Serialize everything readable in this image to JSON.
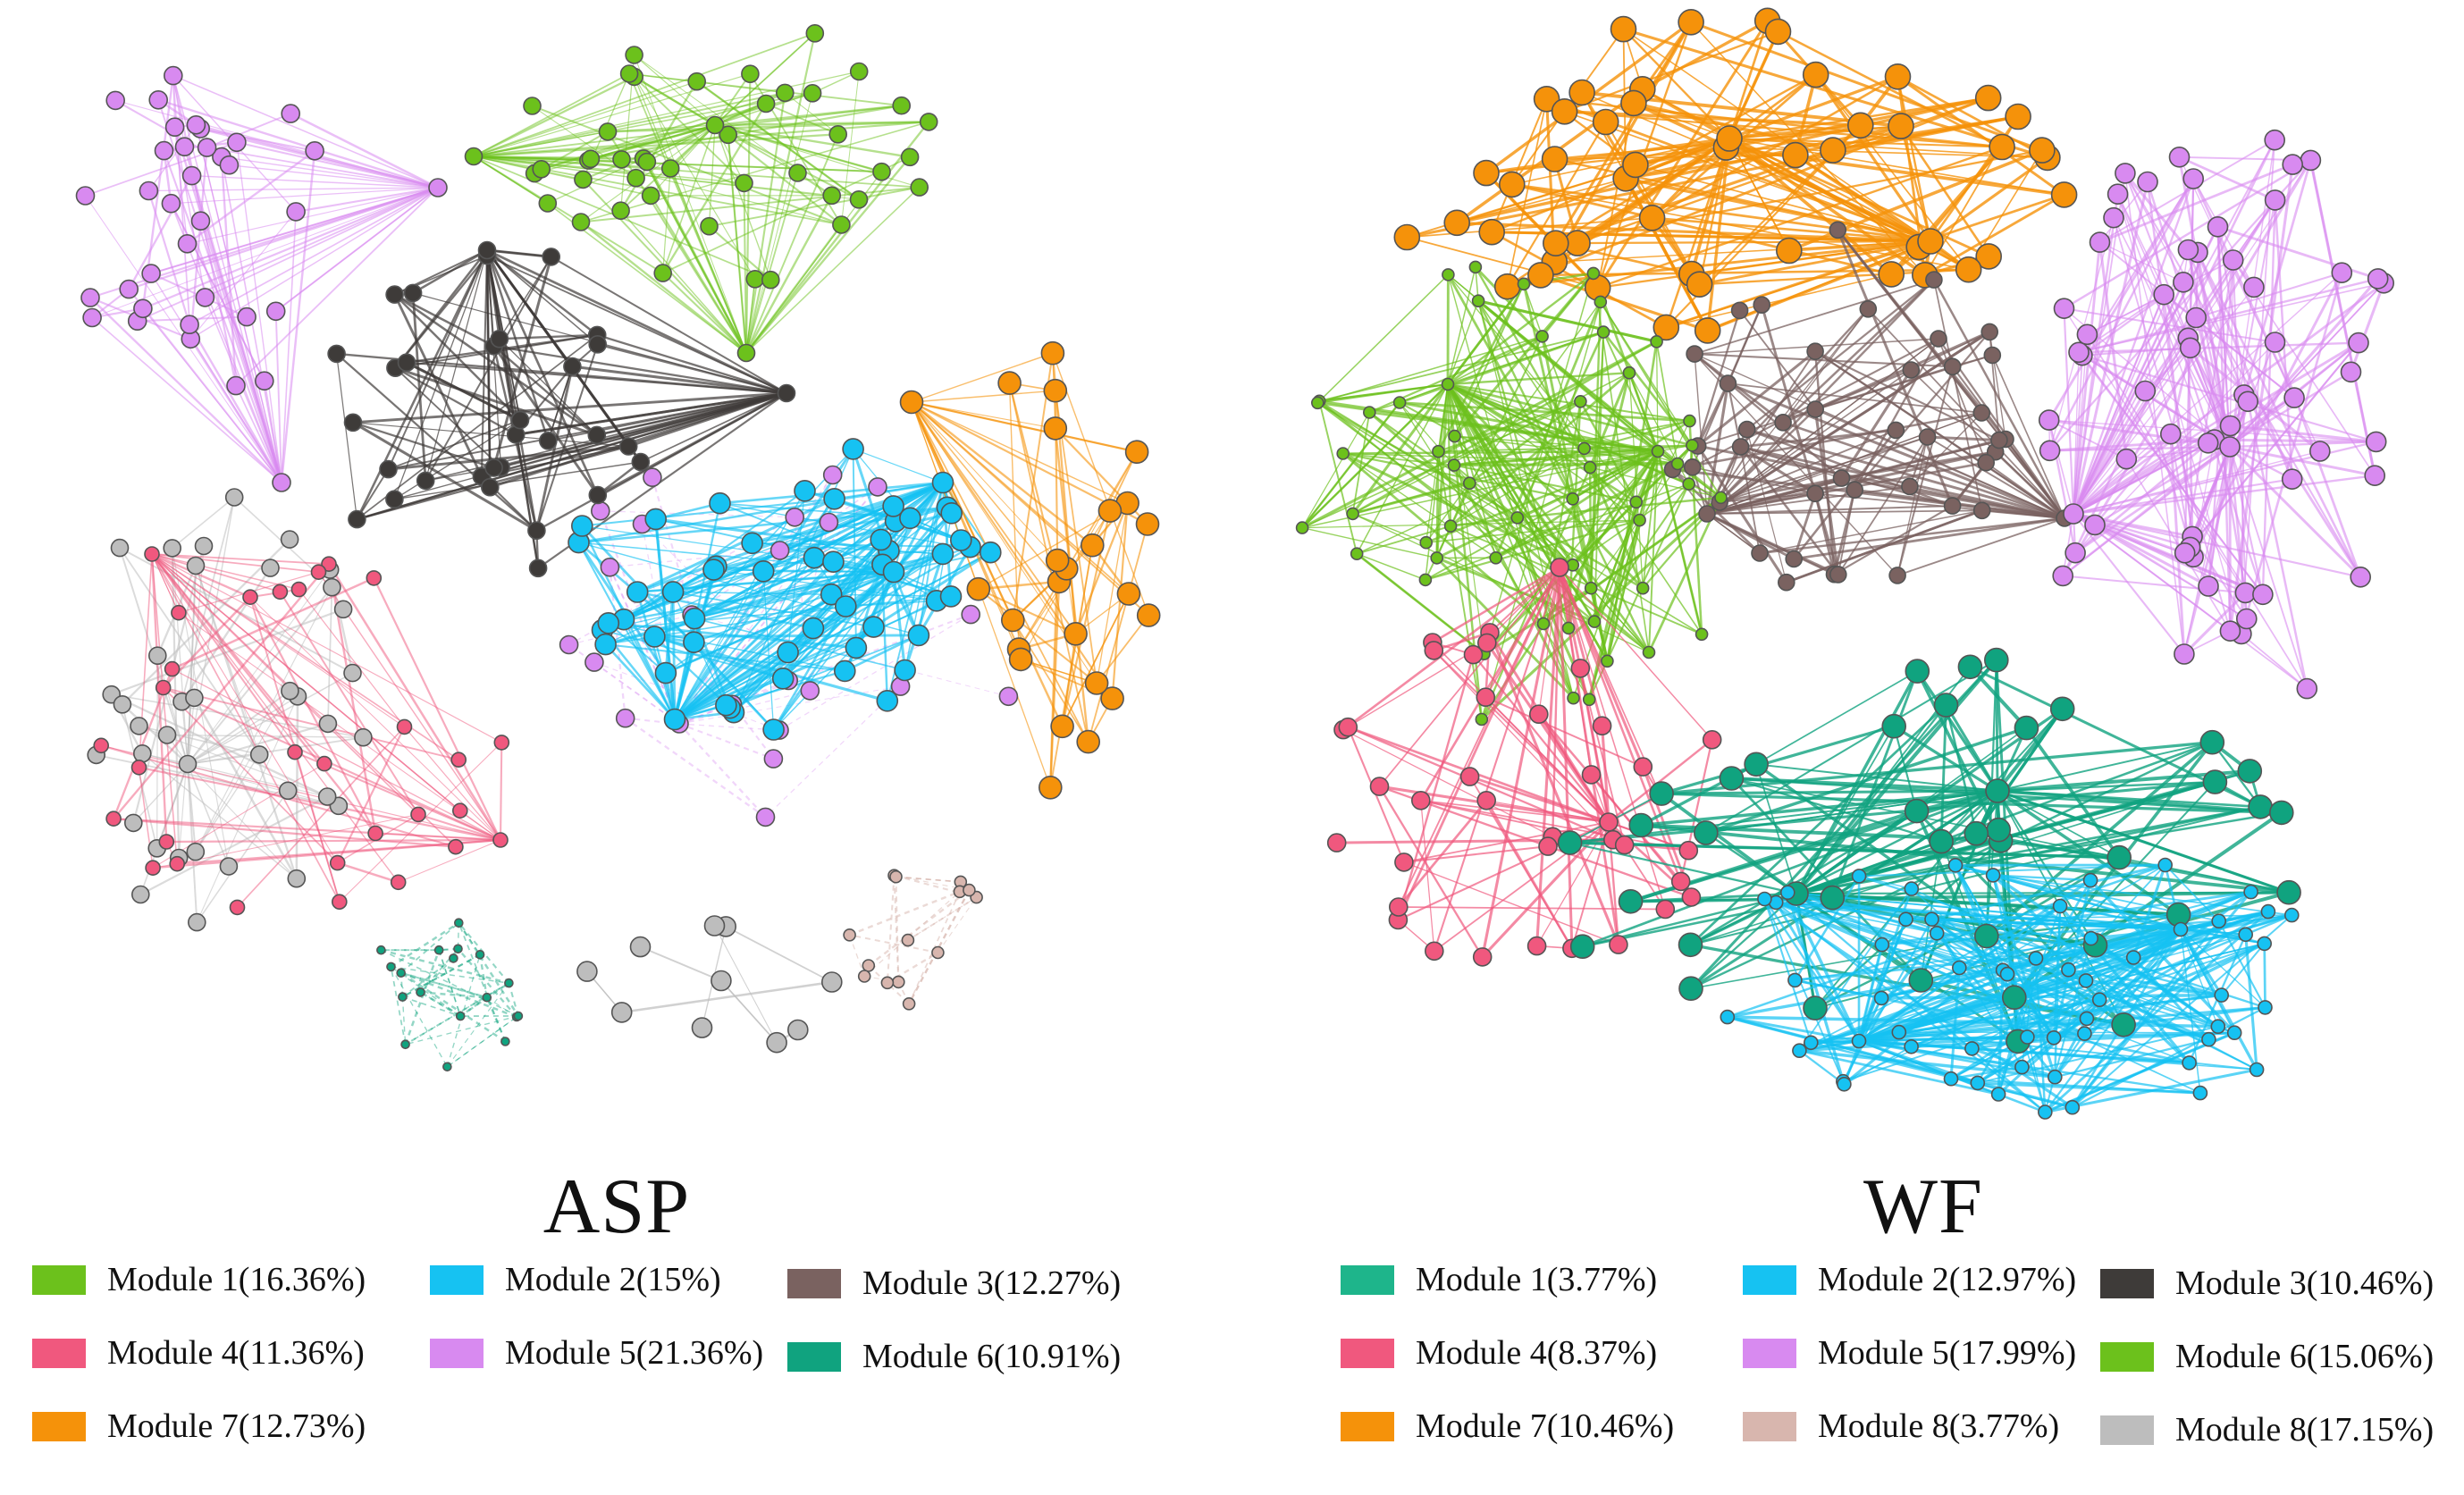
{
  "colors": {
    "module_green": "#6cc11c",
    "module_blue": "#16c2f2",
    "module_brown": "#7a6260",
    "module_pink": "#f0587e",
    "module_violet": "#d88af0",
    "module_teal": "#10a37f",
    "module_orange": "#f5920a",
    "module_dark": "#3e3b39",
    "module_rose": "#d8b6ae",
    "module_gray": "#bdbdbd",
    "module_aqua": "#1eb58b"
  },
  "panels": [
    {
      "title": "ASP",
      "legend": [
        {
          "label": "Module 1(16.36%)",
          "color": "#6cc11c"
        },
        {
          "label": "Module 2(15%)",
          "color": "#16c2f2"
        },
        {
          "label": "Module 3(12.27%)",
          "color": "#7a6260"
        },
        {
          "label": "Module 4(11.36%)",
          "color": "#f0587e"
        },
        {
          "label": "Module 5(21.36%)",
          "color": "#d88af0"
        },
        {
          "label": "Module 6(10.91%)",
          "color": "#10a37f"
        },
        {
          "label": "Module 7(12.73%)",
          "color": "#f5920a"
        }
      ]
    },
    {
      "title": "WF",
      "legend": [
        {
          "label": "Module 1(3.77%)",
          "color": "#1eb58b"
        },
        {
          "label": "Module 2(12.97%)",
          "color": "#16c2f2"
        },
        {
          "label": "Module 3(10.46%)",
          "color": "#3e3b39"
        },
        {
          "label": "Module 4(8.37%)",
          "color": "#f0587e"
        },
        {
          "label": "Module 5(17.99%)",
          "color": "#d88af0"
        },
        {
          "label": "Module 6(15.06%)",
          "color": "#6cc11c"
        },
        {
          "label": "Module 7(10.46%)",
          "color": "#f5920a"
        },
        {
          "label": "Module 8(3.77%)",
          "color": "#d8b6ae"
        },
        {
          "label": "Module 8(17.15%)",
          "color": "#bdbdbd"
        }
      ]
    }
  ]
}
